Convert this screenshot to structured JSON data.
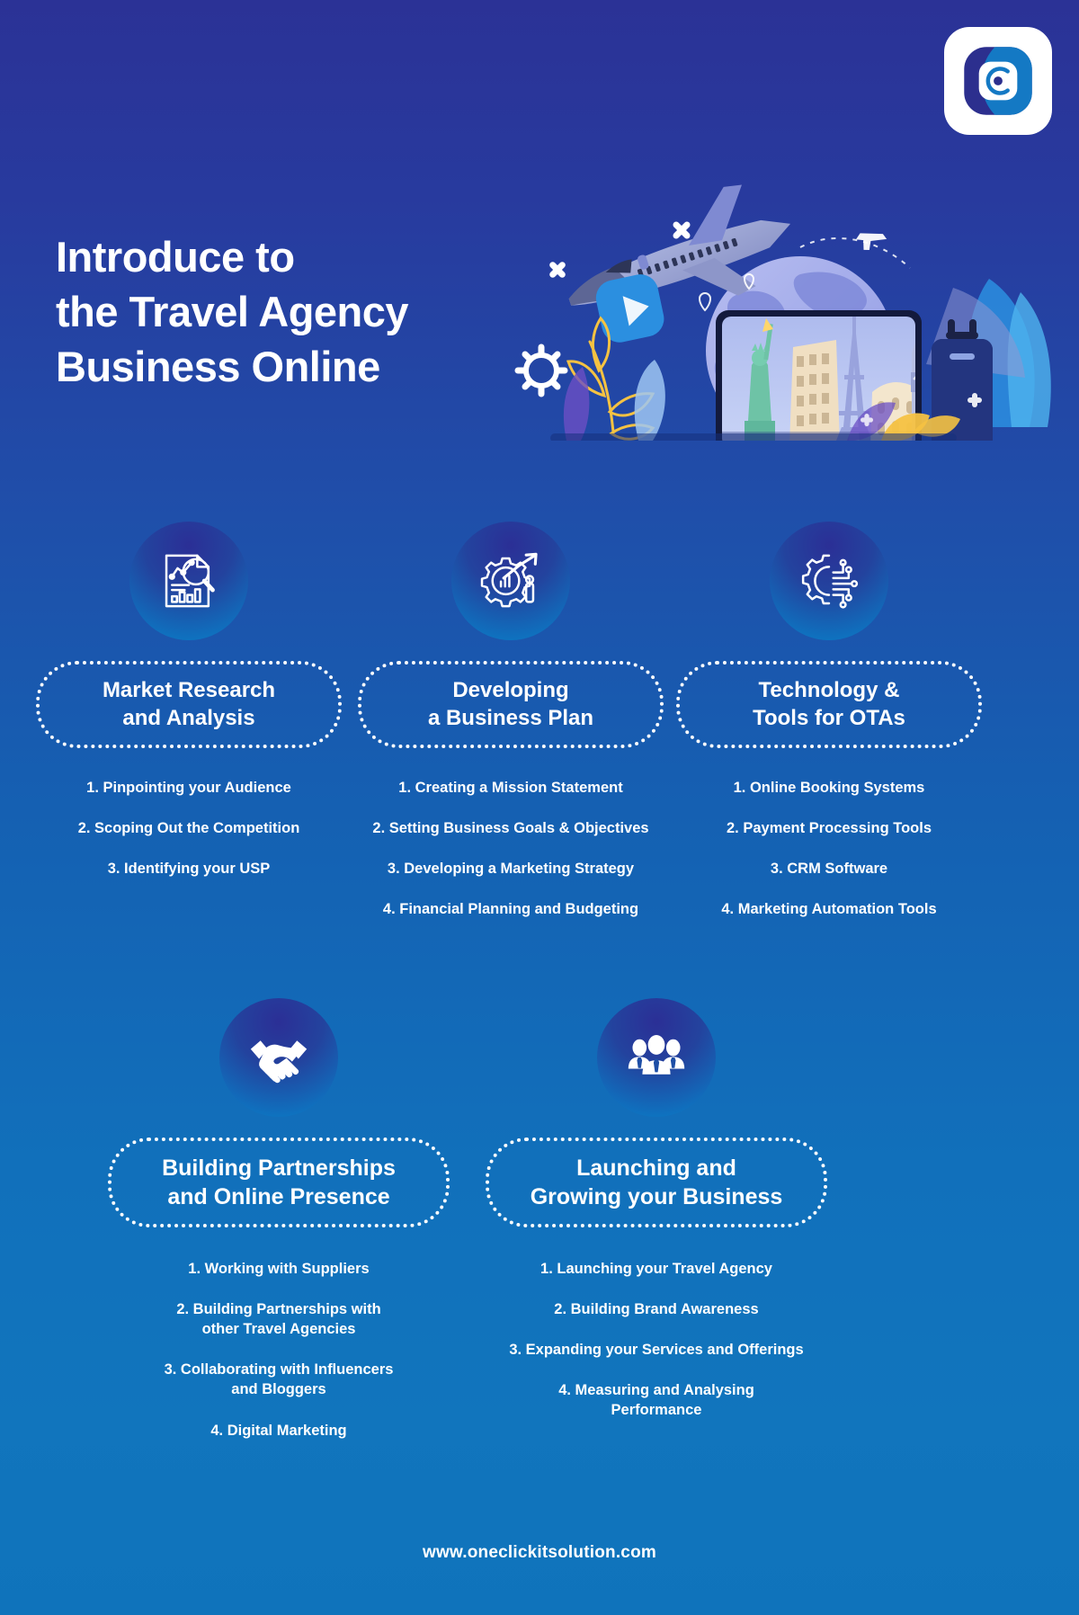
{
  "brand": {
    "logo_icon": "oneclick-logo-icon",
    "logo_outer_color": "#2c2f8e",
    "logo_accent_color": "#1479c4"
  },
  "header": {
    "title_line1": "Introduce to",
    "title_line2": "the Travel Agency",
    "title_line3": "Business Online",
    "illustration": "travel-globe-airplane-landmarks-illustration"
  },
  "colors": {
    "background_top": "#2b3296",
    "background_bottom": "#0f73bb",
    "text": "#ffffff",
    "icon_circle_from": "#2b2f96",
    "icon_circle_to": "#0e73c0"
  },
  "cards": [
    {
      "icon": "market-research-document-magnifier-icon",
      "title_line1": "Market Research",
      "title_line2": "and Analysis",
      "items": [
        "1. Pinpointing your Audience",
        "2. Scoping Out the Competition",
        "3. Identifying your USP"
      ]
    },
    {
      "icon": "business-plan-gear-growth-arrow-icon",
      "title_line1": "Developing",
      "title_line2": "a Business Plan",
      "items": [
        "1. Creating a Mission Statement",
        "2. Setting Business Goals & Objectives",
        "3. Developing a Marketing Strategy",
        "4.  Financial Planning and Budgeting"
      ]
    },
    {
      "icon": "technology-gear-circuit-icon",
      "title_line1": "Technology &",
      "title_line2": "Tools for OTAs",
      "items": [
        "1. Online Booking Systems",
        "2. Payment Processing Tools",
        "3. CRM Software",
        "4. Marketing Automation Tools"
      ]
    },
    {
      "icon": "handshake-partnership-icon",
      "title_line1": "Building Partnerships",
      "title_line2": "and Online Presence",
      "items": [
        "1. Working with Suppliers",
        "2. Building Partnerships with\nother Travel Agencies",
        "3. Collaborating with Influencers\nand Bloggers",
        "4. Digital Marketing"
      ]
    },
    {
      "icon": "people-group-team-icon",
      "title_line1": "Launching and",
      "title_line2": "Growing your Business",
      "items": [
        "1. Launching your Travel Agency",
        "2. Building Brand Awareness",
        "3. Expanding your Services and Offerings",
        "4. Measuring and Analysing\nPerformance"
      ]
    }
  ],
  "footer": {
    "website": "www.oneclickitsolution.com"
  }
}
